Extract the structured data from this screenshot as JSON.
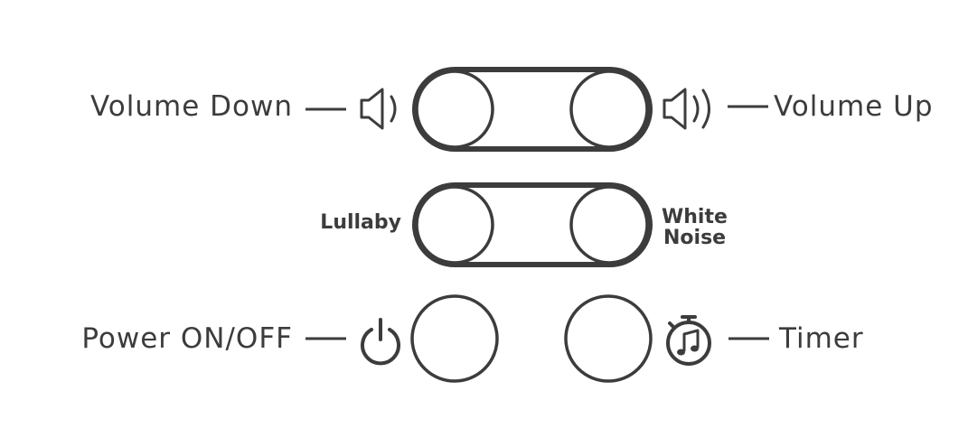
{
  "labels": {
    "volume_down": "Volume Down",
    "volume_up": "Volume Up",
    "lullaby": "Lullaby",
    "white_noise_line1": "White",
    "white_noise_line2": "Noise",
    "power": "Power ON/OFF",
    "timer": "Timer"
  },
  "icons": {
    "volume_down": "speaker-low-icon",
    "volume_up": "speaker-high-icon",
    "power": "power-icon",
    "timer": "stopwatch-music-icon"
  },
  "colors": {
    "stroke": "#3c3c3c",
    "background": "#ffffff"
  }
}
